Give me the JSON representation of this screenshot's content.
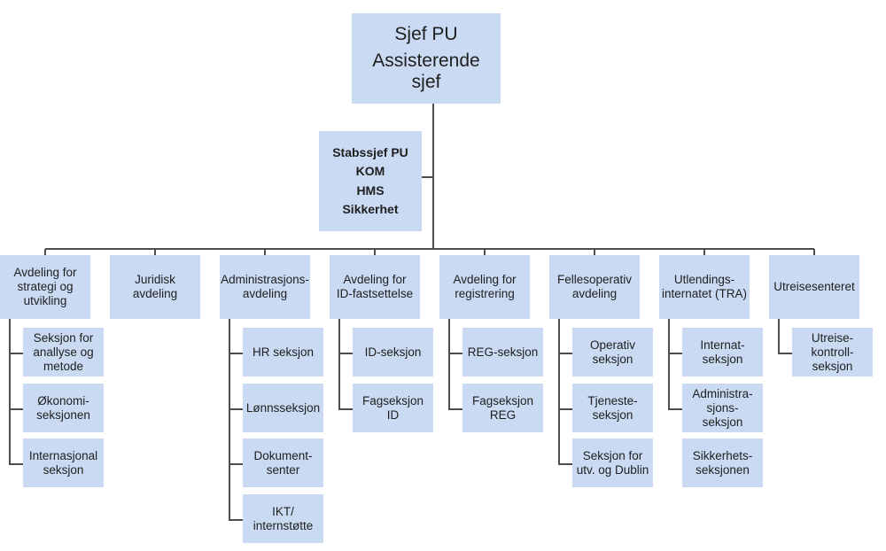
{
  "diagram": {
    "type": "org-chart",
    "root": {
      "title": "Sjef PU",
      "subtitle": "Assisterende\nsjef"
    },
    "staff": {
      "lines": [
        "Stabssjef PU",
        "KOM",
        "HMS",
        "Sikkerhet"
      ]
    },
    "departments": [
      {
        "label": "Avdeling for\nstrategi og\nutvikling",
        "sections": [
          "Seksjon for\nanallyse og\nmetode",
          "Økonomi-\nseksjonen",
          "Internasjonal\nseksjon"
        ]
      },
      {
        "label": "Juridisk\navdeling",
        "sections": []
      },
      {
        "label": "Administrasjons-\navdeling",
        "sections": [
          "HR seksjon",
          "Lønnsseksjon",
          "Dokument-\nsenter",
          "IKT/\ninternstøtte"
        ]
      },
      {
        "label": "Avdeling for\nID-fastsettelse",
        "sections": [
          "ID-seksjon",
          "Fagseksjon\nID"
        ]
      },
      {
        "label": "Avdeling for\nregistrering",
        "sections": [
          "REG-seksjon",
          "Fagseksjon\nREG"
        ]
      },
      {
        "label": "Fellesoperativ\navdeling",
        "sections": [
          "Operativ\nseksjon",
          "Tjeneste-\nseksjon",
          "Seksjon for\nutv. og Dublin"
        ]
      },
      {
        "label": "Utlendings-\ninternatet (TRA)",
        "sections": [
          "Internat-\nseksjon",
          "Administra-\nsjons-\nseksjon",
          "Sikkerhets-\nseksjonen"
        ],
        "connected_sections": 2
      },
      {
        "label": "Utreisesenteret",
        "sections": [
          "Utreise-\nkontroll-\nseksjon"
        ]
      }
    ],
    "colors": {
      "box_fill": "#c9daf2",
      "connector": "#4d4d4d"
    }
  }
}
